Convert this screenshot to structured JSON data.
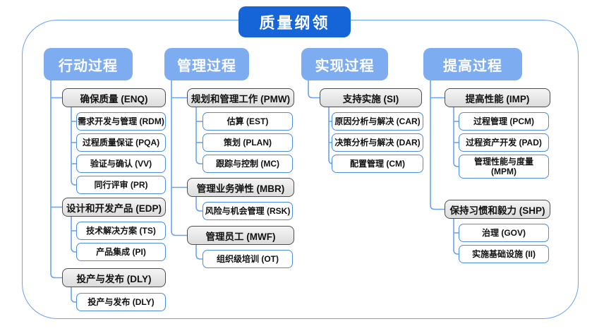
{
  "title": "质量纲领",
  "colors": {
    "title_bg": "#1565d8",
    "header_bg": "#7dacf1",
    "line_blue": "#6ba3f2",
    "gray_border": "#4d4d4d",
    "node_border": "#4a8ee0",
    "text_dark": "#111111"
  },
  "columns": [
    {
      "header": "行动过程",
      "groups": [
        {
          "label": "确保质量 (ENQ)",
          "children": [
            "需求开发与管理 (RDM)",
            "过程质量保证 (PQA)",
            "验证与确认 (VV)",
            "同行评审 (PR)"
          ]
        },
        {
          "label": "设计和开发产品 (EDP)",
          "children": [
            "技术解决方案 (TS)",
            "产品集成 (PI)"
          ]
        },
        {
          "label": "投产与发布 (DLY)",
          "children": [
            "投产与发布 (DLY)"
          ]
        }
      ]
    },
    {
      "header": "管理过程",
      "groups": [
        {
          "label": "规划和管理工作 (PMW)",
          "children": [
            "估算 (EST)",
            "策划 (PLAN)",
            "跟踪与控制 (MC)"
          ]
        },
        {
          "label": "管理业务弹性 (MBR)",
          "children": [
            "风险与机会管理 (RSK)"
          ]
        },
        {
          "label": "管理员工 (MWF)",
          "children": [
            "组织级培训 (OT)"
          ]
        }
      ]
    },
    {
      "header": "实现过程",
      "groups": [
        {
          "label": "支持实施 (SI)",
          "children": [
            "原因分析与解决 (CAR)",
            "决策分析与解决 (DAR)",
            "配置管理 (CM)"
          ]
        }
      ]
    },
    {
      "header": "提高过程",
      "groups": [
        {
          "label": "提高性能 (IMP)",
          "children": [
            "过程管理 (PCM)",
            "过程资产开发 (PAD)",
            "管理性能与度量 (MPM)"
          ]
        },
        {
          "label": "保持习惯和毅力 (SHP)",
          "children": [
            "治理 (GOV)",
            "实施基础设施 (II)"
          ]
        }
      ]
    }
  ]
}
